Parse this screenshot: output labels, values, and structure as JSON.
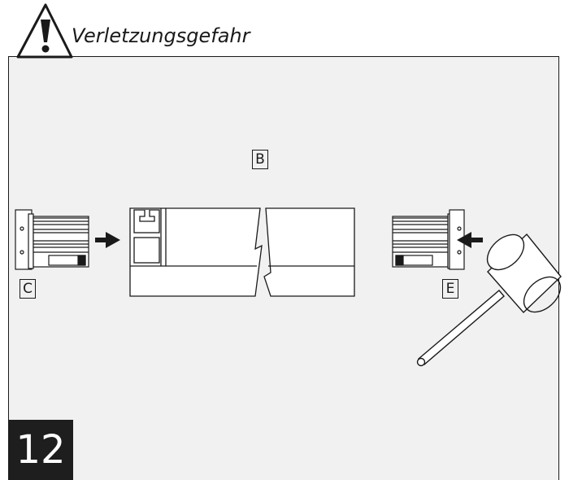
{
  "warning": {
    "text": "Verletzungsgefahr",
    "icon": "warning-triangle-icon"
  },
  "labels": {
    "b": "B",
    "c": "C",
    "e": "E"
  },
  "step": {
    "number": "12"
  },
  "colors": {
    "panel": "#f1f1f1",
    "ink": "#1a1a1a",
    "step_bg": "#1e1e1e"
  }
}
